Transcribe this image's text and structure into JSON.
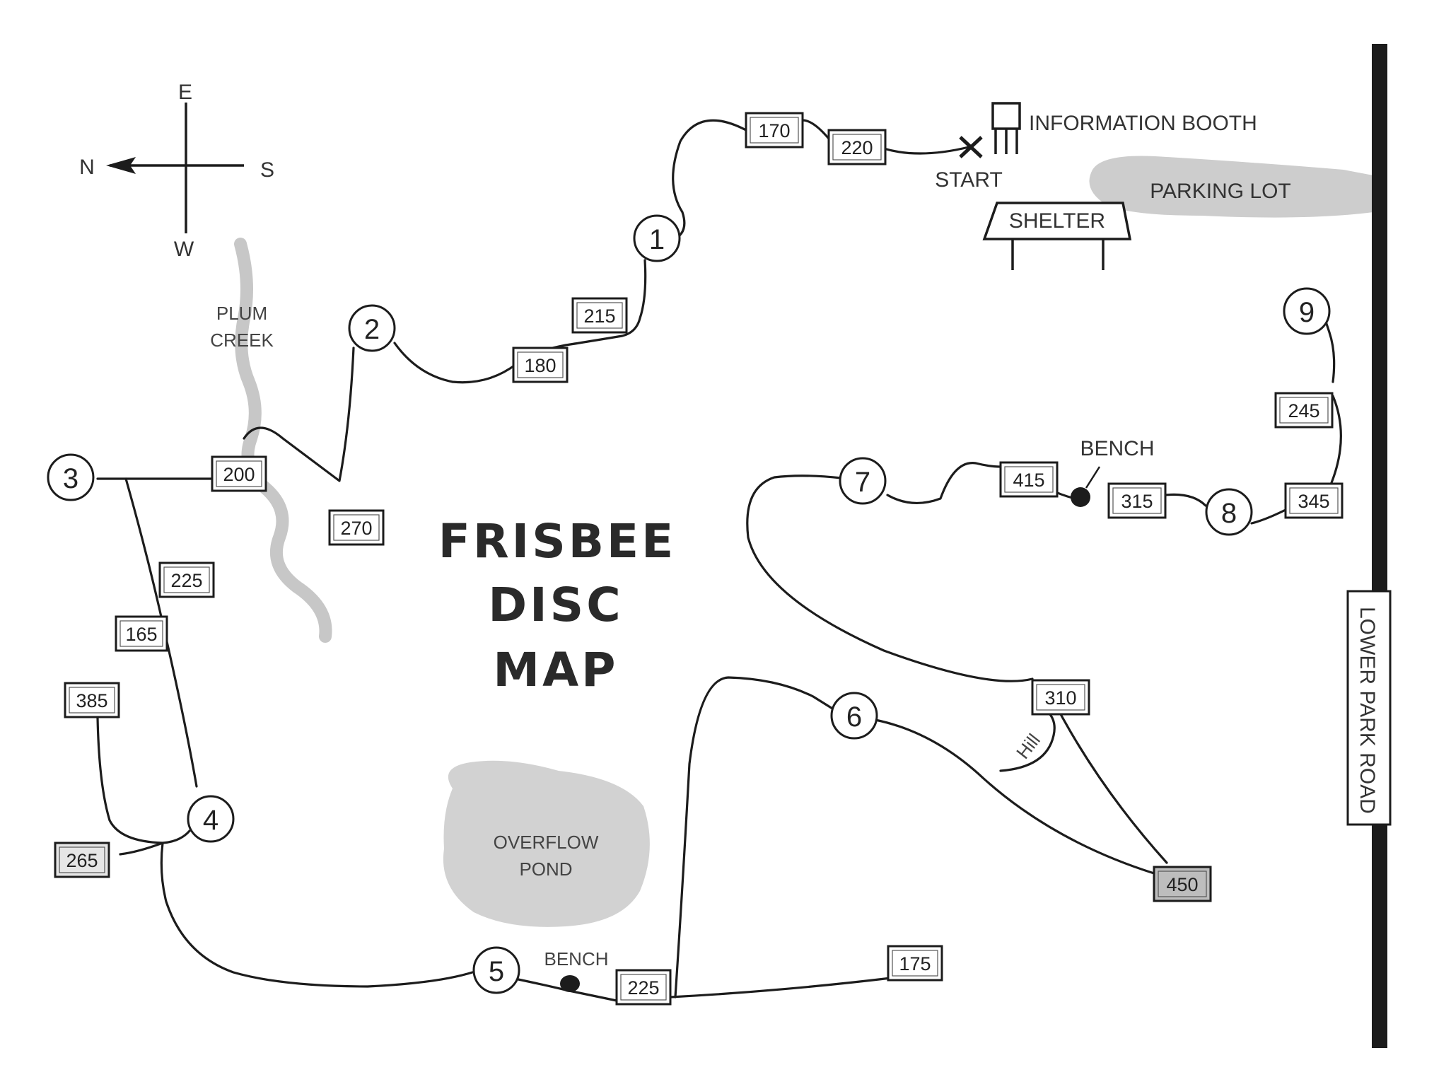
{
  "map": {
    "title_lines": [
      "FRISBEE",
      "DISC",
      "MAP"
    ],
    "compass": {
      "north": "N",
      "south": "S",
      "east": "E",
      "west": "W"
    },
    "labels": {
      "information_booth": "INFORMATION BOOTH",
      "start": "START",
      "shelter": "SHELTER",
      "parking_lot": "PARKING LOT",
      "plum_creek_line1": "PLUM",
      "plum_creek_line2": "CREEK",
      "overflow_pond_line1": "OVERFLOW",
      "overflow_pond_line2": "POND",
      "bench_top": "BENCH",
      "bench_bottom": "BENCH",
      "hill": "Hill",
      "road": "LOWER PARK ROAD"
    },
    "holes": [
      "1",
      "2",
      "3",
      "4",
      "5",
      "6",
      "7",
      "8",
      "9"
    ],
    "distances": {
      "d170": "170",
      "d220": "220",
      "d215": "215",
      "d180": "180",
      "d200": "200",
      "d270": "270",
      "d225a": "225",
      "d165": "165",
      "d385": "385",
      "d265": "265",
      "d225b": "225",
      "d175": "175",
      "d310": "310",
      "d450": "450",
      "d415": "415",
      "d315": "315",
      "d345": "345",
      "d245": "245"
    },
    "colors": {
      "ink": "#1c1c1c",
      "shading": "#c8c8c8",
      "tee_highlight": "#bdbdbd"
    }
  }
}
